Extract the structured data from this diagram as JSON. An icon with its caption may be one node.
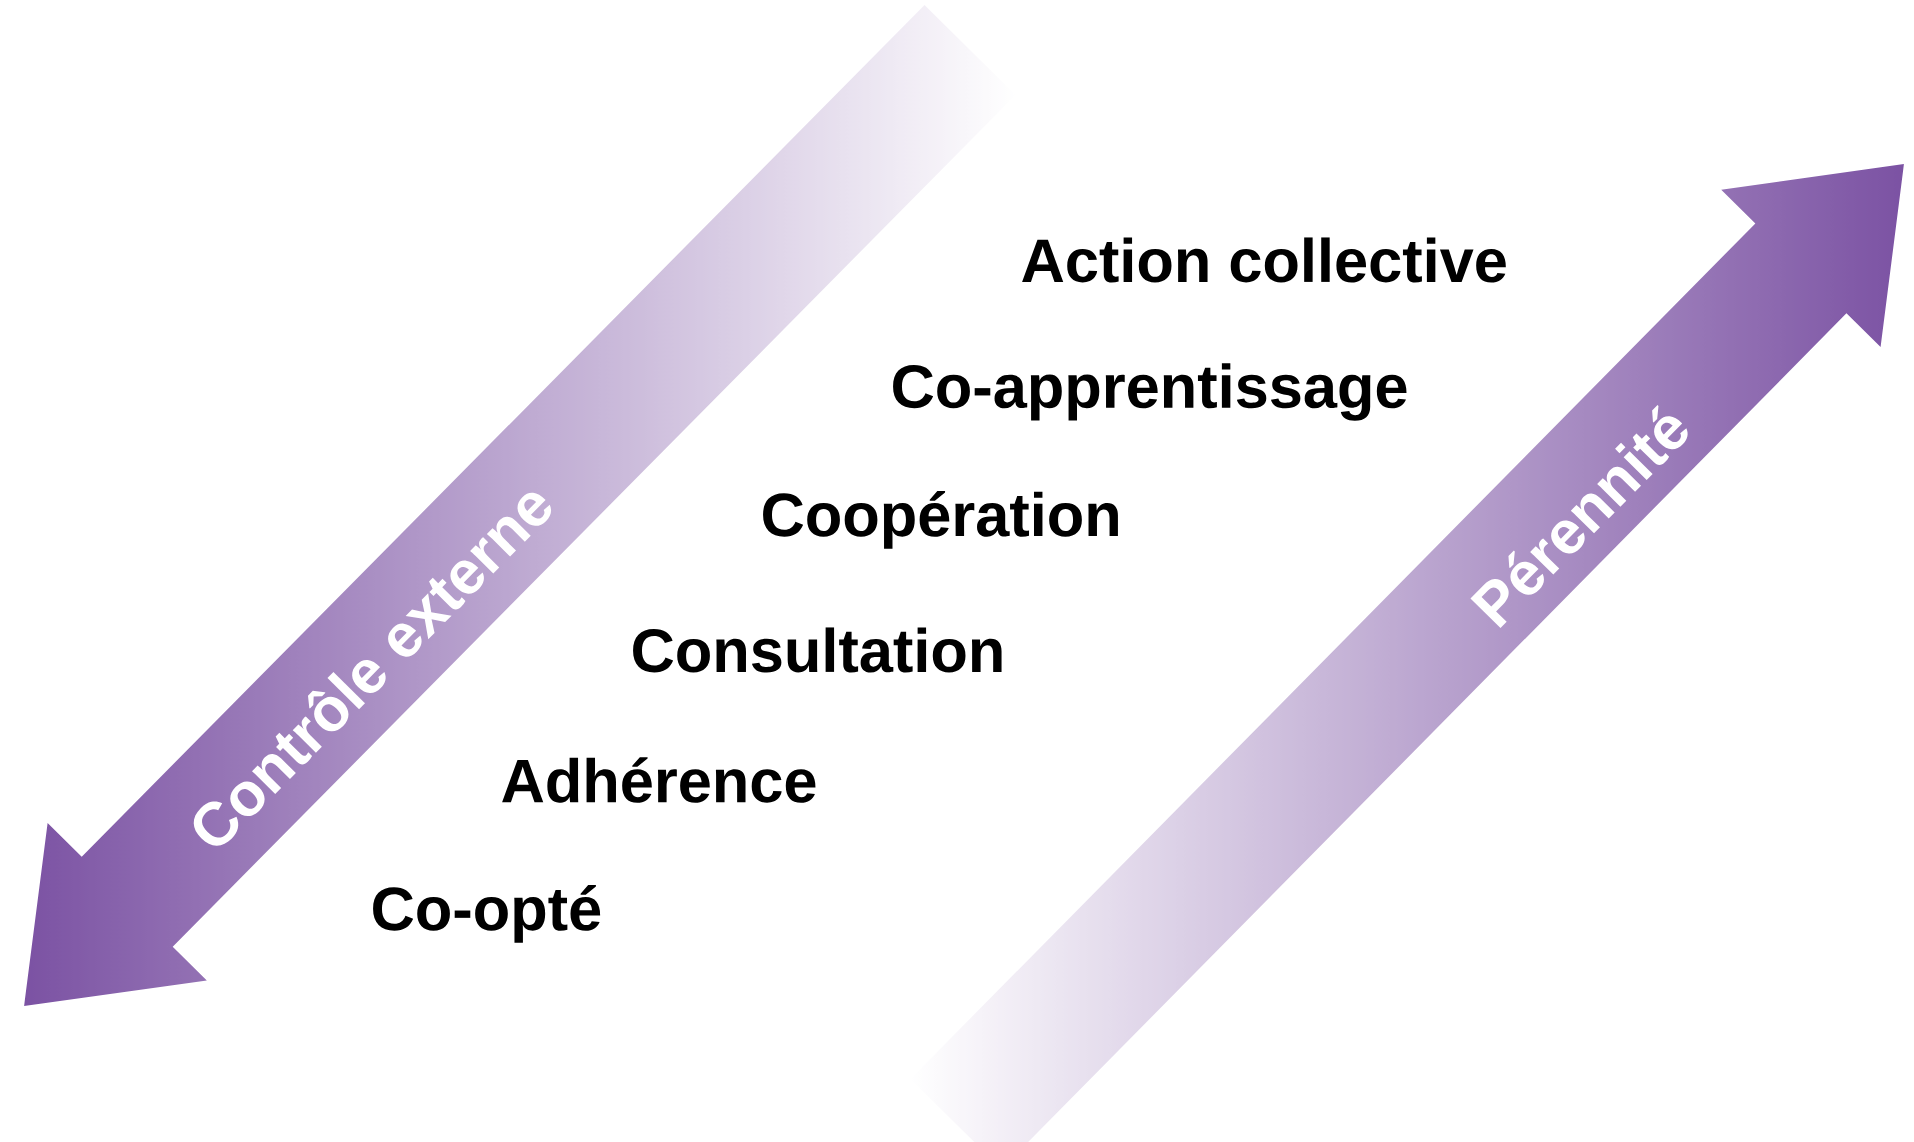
{
  "diagram": {
    "labels": [
      "Action collective",
      "Co-apprentissage",
      "Coopération",
      "Consultation",
      "Adhérence",
      "Co-opté",
      "Contrôle externe",
      "Pérennité"
    ]
  }
}
